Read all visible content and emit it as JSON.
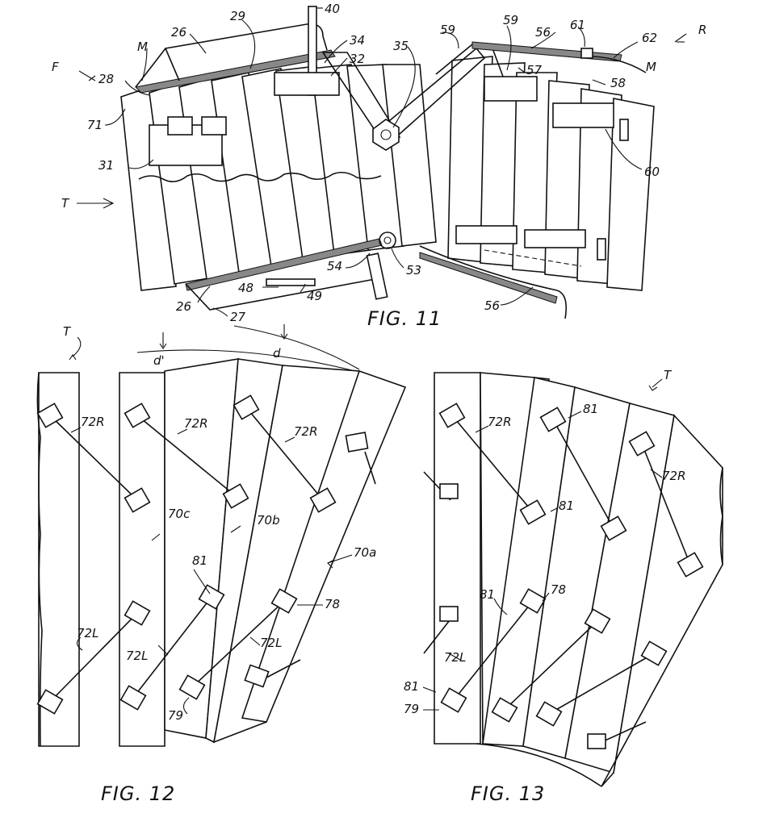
{
  "figures": [
    {
      "id": "fig11",
      "caption": "FIG. 11",
      "labels": [
        "F",
        "28",
        "M",
        "26",
        "29",
        "40",
        "34",
        "32",
        "35",
        "59",
        "59",
        "56",
        "61",
        "62",
        "R",
        "M",
        "57",
        "58",
        "71",
        "31",
        "T",
        "60",
        "48",
        "49",
        "54",
        "53",
        "26",
        "27",
        "56"
      ]
    },
    {
      "id": "fig12",
      "caption": "FIG. 12",
      "labels": [
        "T",
        "d'",
        "d",
        "72R",
        "72R",
        "72R",
        "70c",
        "70b",
        "70a",
        "81",
        "78",
        "72L",
        "72L",
        "72L",
        "79"
      ]
    },
    {
      "id": "fig13",
      "caption": "FIG. 13",
      "labels": [
        "T",
        "72R",
        "81",
        "72R",
        "81",
        "81",
        "78",
        "72L",
        "81",
        "79"
      ]
    }
  ],
  "colors": {
    "ink": "#111111",
    "paper": "#ffffff"
  }
}
